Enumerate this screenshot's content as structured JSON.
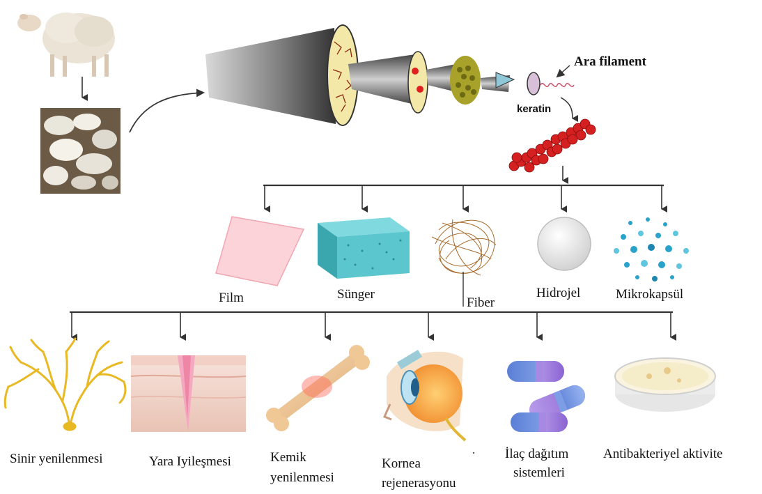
{
  "source": {
    "animal": "sheep-icon",
    "material": "wool-photo"
  },
  "structure_labels": {
    "intermediate_filament": "Ara filament",
    "keratin": "keratin"
  },
  "forms": [
    {
      "label": "Film",
      "icon": "film-icon"
    },
    {
      "label": "Sünger",
      "icon": "sponge-icon"
    },
    {
      "label": "Fiber",
      "icon": "fiber-icon"
    },
    {
      "label": "Hidrojel",
      "icon": "hydrogel-icon"
    },
    {
      "label": "Mikrokapsül",
      "icon": "microcapsule-icon"
    }
  ],
  "applications": [
    {
      "line1": "Sinir yenilenmesi",
      "line2": "",
      "icon": "nerve-icon"
    },
    {
      "line1": "Yara Iyileşmesi",
      "line2": "",
      "icon": "skin-wound-icon"
    },
    {
      "line1": "Kemik",
      "line2": "yenilenmesi",
      "icon": "bone-icon"
    },
    {
      "line1": "Kornea",
      "line2": "rejenerasyonu",
      "icon": "eye-icon"
    },
    {
      "line1": "İlaç dağıtım",
      "line2": "sistemleri",
      "icon": "capsule-icon"
    },
    {
      "line1": "Antibakteriyel aktivite",
      "line2": "",
      "icon": "petri-dish-icon"
    }
  ],
  "colors": {
    "arrow": "#333333",
    "keratin_red": "#d42020",
    "sponge": "#5cc6cf",
    "film": "#f8c8d0",
    "fiber": "#a86a2a",
    "microcapsule": "#29a3c9",
    "nerve": "#e8b923"
  }
}
